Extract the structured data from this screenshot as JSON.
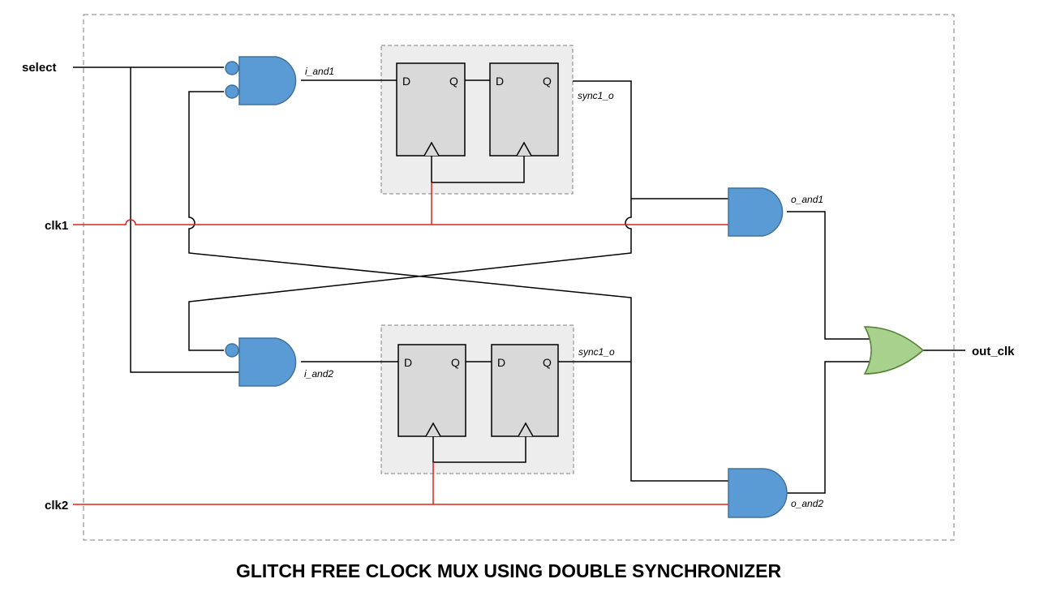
{
  "title": "GLITCH FREE CLOCK MUX USING DOUBLE SYNCHRONIZER",
  "inputs": {
    "select": "select",
    "clk1": "clk1",
    "clk2": "clk2"
  },
  "output": "out_clk",
  "nets": {
    "i_and1": "i_and1",
    "i_and2": "i_and2",
    "sync_top": "sync1_o",
    "sync_bottom": "sync1_o",
    "o_and1": "o_and1",
    "o_and2": "o_and2"
  },
  "pins": {
    "d": "D",
    "q": "Q"
  },
  "colors": {
    "and_gate": "#5b9bd5",
    "or_gate": "#a9d18e",
    "clock_wire": "#e0201b",
    "flip_flop": "#d9d9d9",
    "sync_box": "#ededed"
  }
}
